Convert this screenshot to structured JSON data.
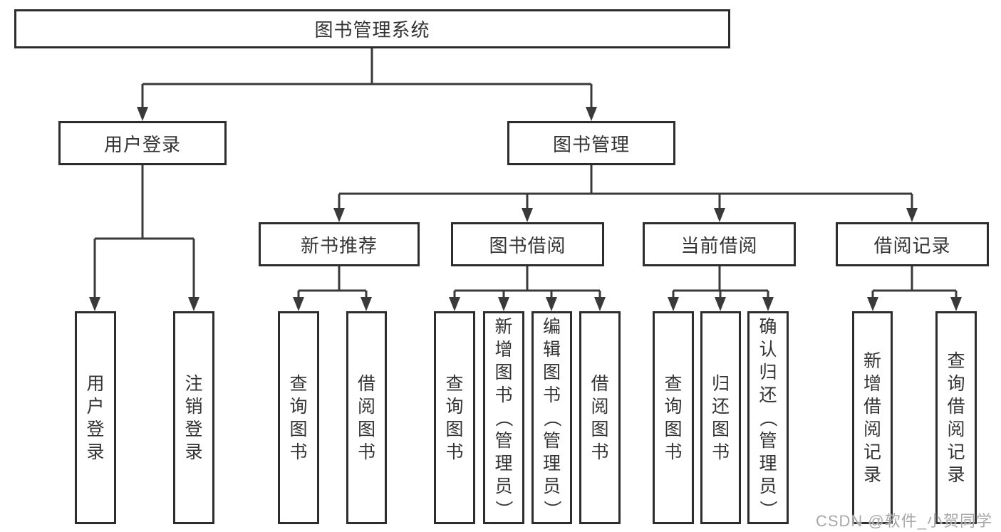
{
  "tree": {
    "root": {
      "label": "图书管理系统"
    },
    "branches": [
      {
        "label": "用户登录",
        "children": [
          {
            "label": "用户登录"
          },
          {
            "label": "注销登录"
          }
        ]
      },
      {
        "label": "图书管理",
        "sections": [
          {
            "label": "新书推荐",
            "children": [
              {
                "label": "查询图书"
              },
              {
                "label": "借阅图书"
              }
            ]
          },
          {
            "label": "图书借阅",
            "children": [
              {
                "label": "查询图书"
              },
              {
                "label": "新增图书（管理员）"
              },
              {
                "label": "编辑图书（管理员）"
              },
              {
                "label": "借阅图书"
              }
            ]
          },
          {
            "label": "当前借阅",
            "children": [
              {
                "label": "查询图书"
              },
              {
                "label": "归还图书"
              },
              {
                "label": "确认归还（管理员）"
              }
            ]
          },
          {
            "label": "借阅记录",
            "children": [
              {
                "label": "新增借阅记录"
              },
              {
                "label": "查询借阅记录"
              }
            ]
          }
        ]
      }
    ]
  },
  "watermark": "CSDN @软件_小贺同学",
  "colors": {
    "line": "#3a3a3a",
    "box_border": "#2d2d2d",
    "text": "#333333",
    "watermark": "#a8a8a8",
    "background": "#ffffff"
  }
}
